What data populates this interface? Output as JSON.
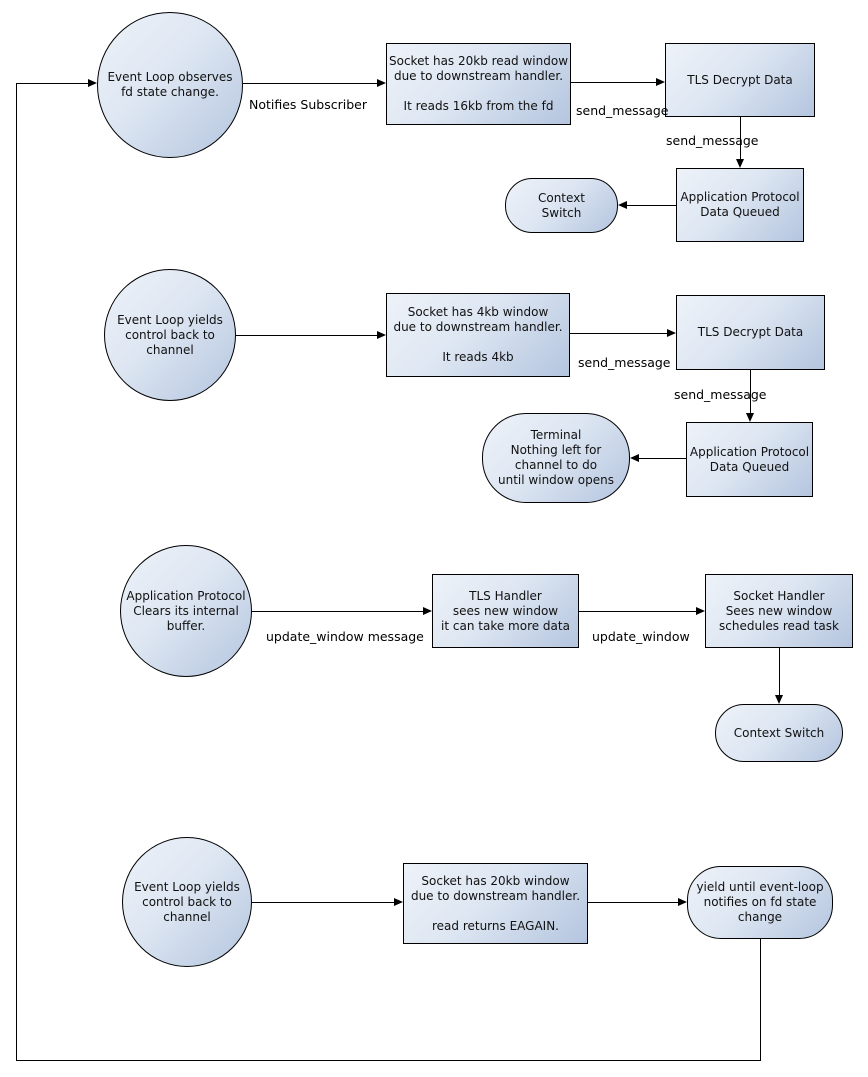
{
  "diagram": {
    "colors": {
      "node_fill_light": "#eef2f9",
      "node_fill_dark": "#b4c5df",
      "node_border": "#000000",
      "edge": "#000000",
      "background": "#ffffff"
    },
    "nodes": {
      "event_loop_observes": {
        "shape": "circle",
        "text": "Event Loop observes\nfd state change."
      },
      "socket_20kb_read": {
        "shape": "rect",
        "text": "Socket has 20kb read window\ndue to downstream handler.\n\nIt reads 16kb from the fd"
      },
      "tls_decrypt_1": {
        "shape": "rect",
        "text": "TLS Decrypt Data"
      },
      "app_protocol_queued_1": {
        "shape": "rect",
        "text": "Application Protocol\nData Queued"
      },
      "context_switch_1": {
        "shape": "stadium",
        "text": "Context\nSwitch"
      },
      "event_loop_yields_1": {
        "shape": "circle",
        "text": "Event Loop yields\ncontrol back to\nchannel"
      },
      "socket_4kb": {
        "shape": "rect",
        "text": "Socket has 4kb window\ndue to downstream handler.\n\nIt reads 4kb"
      },
      "tls_decrypt_2": {
        "shape": "rect",
        "text": "TLS Decrypt Data"
      },
      "app_protocol_queued_2": {
        "shape": "rect",
        "text": "Application Protocol\nData Queued"
      },
      "terminal": {
        "shape": "stadium",
        "text": "Terminal\nNothing left for\nchannel to do\nuntil window opens"
      },
      "app_protocol_clears": {
        "shape": "circle",
        "text": "Application Protocol\nClears its internal\nbuffer."
      },
      "tls_handler": {
        "shape": "rect",
        "text": "TLS Handler\nsees new window\nit can take more data"
      },
      "socket_handler": {
        "shape": "rect",
        "text": "Socket Handler\nSees new window\nschedules read task"
      },
      "context_switch_2": {
        "shape": "stadium",
        "text": "Context Switch"
      },
      "event_loop_yields_2": {
        "shape": "circle",
        "text": "Event Loop yields\ncontrol back to\nchannel"
      },
      "socket_20kb_eagain": {
        "shape": "rect",
        "text": "Socket has 20kb window\ndue to downstream handler.\n\nread returns EAGAIN."
      },
      "yield_until": {
        "shape": "stadium",
        "text": "yield until event-loop\nnotifies on fd state\nchange"
      }
    },
    "edge_labels": {
      "notifies_subscriber": "Notifies Subscriber",
      "send_message_1": "send_message",
      "send_message_2": "send_message",
      "send_message_3": "send_message",
      "send_message_4": "send_message",
      "update_window_message": "update_window message",
      "update_window": "update_window"
    }
  }
}
